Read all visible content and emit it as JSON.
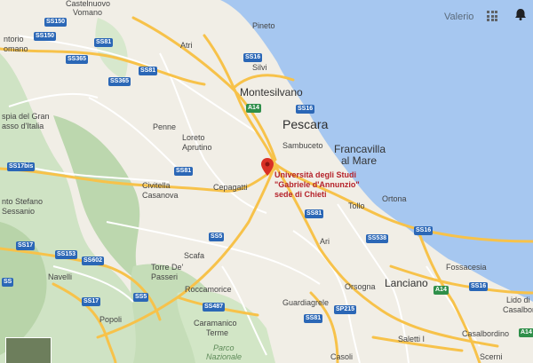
{
  "header": {
    "user_name": "Valerio"
  },
  "icons": {
    "apps": "apps-grid-icon",
    "notifications": "bell-icon",
    "marker": "map-pin-icon"
  },
  "colors": {
    "sea": "#a6c7f0",
    "highway": "#f7c24a",
    "road": "#ffffff",
    "pin": "#d93025",
    "shield": "#2b67b6",
    "motorway_shield": "#2f8f4a"
  },
  "poi": {
    "line1": "Università degli Studi",
    "line2": "\"Gabriele d'Annunzio\"",
    "line3": "sede di Chieti"
  },
  "places": {
    "castelnuovo": "Castelnuovo",
    "vomano": "Vomano",
    "ntorio": "ntorio",
    "omano": "omano",
    "atri": "Atri",
    "pineto": "Pineto",
    "silvi": "Silvi",
    "montesilvano": "Montesilvano",
    "pescara": "Pescara",
    "sambuceto": "Sambuceto",
    "francavilla1": "Francavilla",
    "francavilla2": "al Mare",
    "penne": "Penne",
    "loreto1": "Loreto",
    "loreto2": "Aprutino",
    "spia1": "spia del Gran",
    "spia2": "asso d'Italia",
    "civitella1": "Civitella",
    "civitella2": "Casanova",
    "cepagatti": "Cepagatti",
    "ortona": "Ortona",
    "tollo": "Tollo",
    "stefano1": "nto Stefano",
    "stefano2": "Sessanio",
    "ari": "Ari",
    "scafa": "Scafa",
    "torre1": "Torre De'",
    "torre2": "Passeri",
    "navelli": "Navelli",
    "roccamorice": "Roccamorice",
    "fossacesia": "Fossacesia",
    "lanciano": "Lanciano",
    "orsogna": "Orsogna",
    "guardiagrele": "Guardiagrele",
    "popoli": "Popoli",
    "caramanico1": "Caramanico",
    "caramanico2": "Terme",
    "parco1": "Parco",
    "parco2": "Nazionale",
    "lido1": "Lido di",
    "lido2": "Casalbordi",
    "casalbordino": "Casalbordino",
    "saletti": "Saletti I",
    "scerni": "Scerni",
    "casoli": "Casoli"
  },
  "shields": {
    "ss150a": "SS150",
    "ss150b": "SS150",
    "ss81a": "SS81",
    "ss81b": "SS81",
    "ss81c": "SS81",
    "ss81d": "SS81",
    "ss365a": "SS365",
    "ss365b": "SS365",
    "ss16a": "SS16",
    "ss16b": "SS16",
    "ss16c": "SS16",
    "ss16d": "SS16",
    "a14a": "A14",
    "a14b": "A14",
    "a14c": "A14",
    "ss17bis": "SS17bis",
    "ss17": "SS17",
    "ss17b": "SS17",
    "ss153": "SS153",
    "ss602": "SS602",
    "ss5a": "SS5",
    "ss5b": "SS5",
    "ss487": "SS487",
    "ss538": "SS538",
    "sp215": "SP215",
    "ss5c": "SS"
  }
}
